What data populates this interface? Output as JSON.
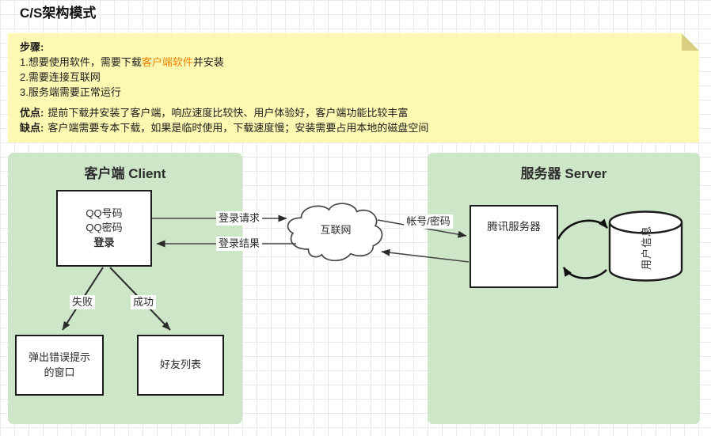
{
  "page": {
    "title": "C/S架构模式"
  },
  "note": {
    "heading": "步骤:",
    "step1_pre": "1.想要使用软件，需要下载",
    "step1_highlight": "客户端软件",
    "step1_post": "并安装",
    "step2": "2.需要连接互联网",
    "step3": "3.服务端需要正常运行",
    "pros_label": "优点:",
    "pros_text": "提前下载并安装了客户端，响应速度比较快、用户体验好，客户端功能比较丰富",
    "cons_label": "缺点:",
    "cons_text": "客户端需要专本下载，如果是临时使用，下载速度慢；安装需要占用本地的磁盘空间",
    "colors": {
      "background": "#FDF9B2",
      "fold": "#D8CF82",
      "highlight": "#EF8200"
    }
  },
  "client_panel": {
    "title": "客户端 Client",
    "login_box": {
      "line1": "QQ号码",
      "line2": "QQ密码",
      "line3": "登录"
    },
    "fail_label": "失败",
    "success_label": "成功",
    "error_box": {
      "line1": "弹出错误提示",
      "line2": "的窗口"
    },
    "friends_box": {
      "label": "好友列表"
    }
  },
  "server_panel": {
    "title": "服务器 Server",
    "server_box": {
      "label": "腾讯服务器"
    },
    "database": {
      "label": "用户信息"
    }
  },
  "network": {
    "cloud_label": "互联网",
    "request_label": "登录请求",
    "response_label": "登录结果",
    "credentials_label": "帐号/密码"
  },
  "colors": {
    "panel_green": "#CDE6C8",
    "stroke_dark": "#1C1C1C",
    "grid": "#E9E9E9"
  }
}
